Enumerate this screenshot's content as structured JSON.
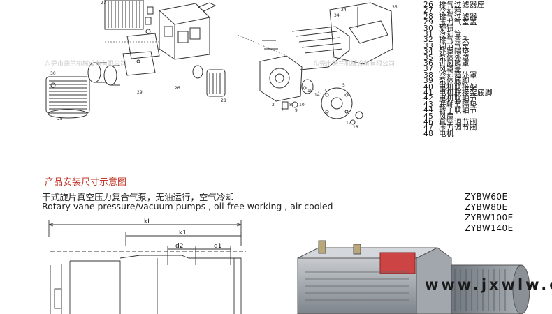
{
  "parts_list": [
    {
      "num": "26",
      "name": "排气过滤器座"
    },
    {
      "num": "27",
      "name": "冷却箱"
    },
    {
      "num": "28",
      "name": "排气过滤器"
    },
    {
      "num": "29",
      "name": "压力气室盖"
    },
    {
      "num": "30",
      "name": "旋钮"
    },
    {
      "num": "31",
      "name": "冷却管"
    },
    {
      "num": "32",
      "name": "排气弯头"
    },
    {
      "num": "33",
      "name": "调节气室"
    },
    {
      "num": "34",
      "name": "外罩隔垫"
    },
    {
      "num": "35",
      "name": "泵体外罩"
    },
    {
      "num": "36",
      "name": "进风尾罩"
    },
    {
      "num": "37",
      "name": "风罩盖"
    },
    {
      "num": "38",
      "name": "冷却箱外罩"
    },
    {
      "num": "39",
      "name": "泵体底脚"
    },
    {
      "num": "40",
      "name": "电机联接架"
    },
    {
      "num": "41",
      "name": "电机联接架底脚"
    },
    {
      "num": "42",
      "name": "电机联轴节"
    },
    {
      "num": "43",
      "name": "联轴节隔垫"
    },
    {
      "num": "44",
      "name": "转子联轴节"
    },
    {
      "num": "45",
      "name": "风扇"
    },
    {
      "num": "46",
      "name": "真空调节阀"
    },
    {
      "num": "47",
      "name": "压力调节阀"
    },
    {
      "num": "48",
      "name": "电机"
    }
  ],
  "diagram_labels": {
    "l27": "27",
    "l35": "35",
    "l34": "34",
    "l24": "24",
    "l26": "26",
    "l29": "29",
    "l28": "28",
    "l30": "30",
    "l25": "25",
    "l15": "15",
    "l4": "4",
    "l14": "14",
    "l5": "5",
    "l17": "17",
    "l18": "18",
    "l7": "7",
    "l8": "8",
    "l9": "9",
    "l10": "10",
    "l2": "2"
  },
  "watermark_cn": "东莞市德兰机械设备有限公司",
  "install_section": {
    "heading": "产品安装尺寸示意图",
    "subtitle_cn": "干式旋片真空压力复合气泵，无油运行，空气冷却",
    "subtitle_en": "Rotary vane pressure/vacuum pumps , oil-free working , air-cooled",
    "models": [
      "ZYBW60E",
      "ZYBW80E",
      "ZYBW100E",
      "ZYBW140E"
    ],
    "dims": {
      "kL": "kL",
      "k1": "k1",
      "d2": "d2",
      "d1": "d1"
    }
  },
  "site_watermark": "www.jxwlw.cn",
  "colors": {
    "line": "#333333",
    "heading": "#c0392b",
    "pump_body": "#9aa0a6",
    "motor": "#8d949b"
  }
}
